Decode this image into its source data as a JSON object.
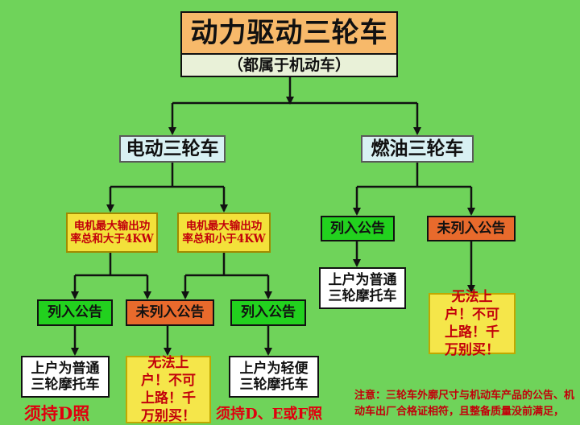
{
  "header": {
    "title": "动力驱动三轮车",
    "subtitle": "（都属于机动车）"
  },
  "categories": {
    "electric": "电动三轮车",
    "fuel": "燃油三轮车"
  },
  "conditions": {
    "ge4": "电机最大输出功率总和大于4KW",
    "le4": "电机最大输出功率总和小于4KW"
  },
  "labels": {
    "listed": "列入公告",
    "unlisted": "未列入公告"
  },
  "results": {
    "ordinary_reg": "上户为普通三轮摩托车",
    "light_reg": "上户为轻便三轮摩托车",
    "cannot": "无法上户！不可上路！千万别买！"
  },
  "licenses": {
    "d": "须持D照",
    "def": "须持D、E或F照"
  },
  "note": "注意：三轮车外廓尺寸与机动车产品的公告、机动车出厂合格证相符，且整备质量没前满足，"
}
